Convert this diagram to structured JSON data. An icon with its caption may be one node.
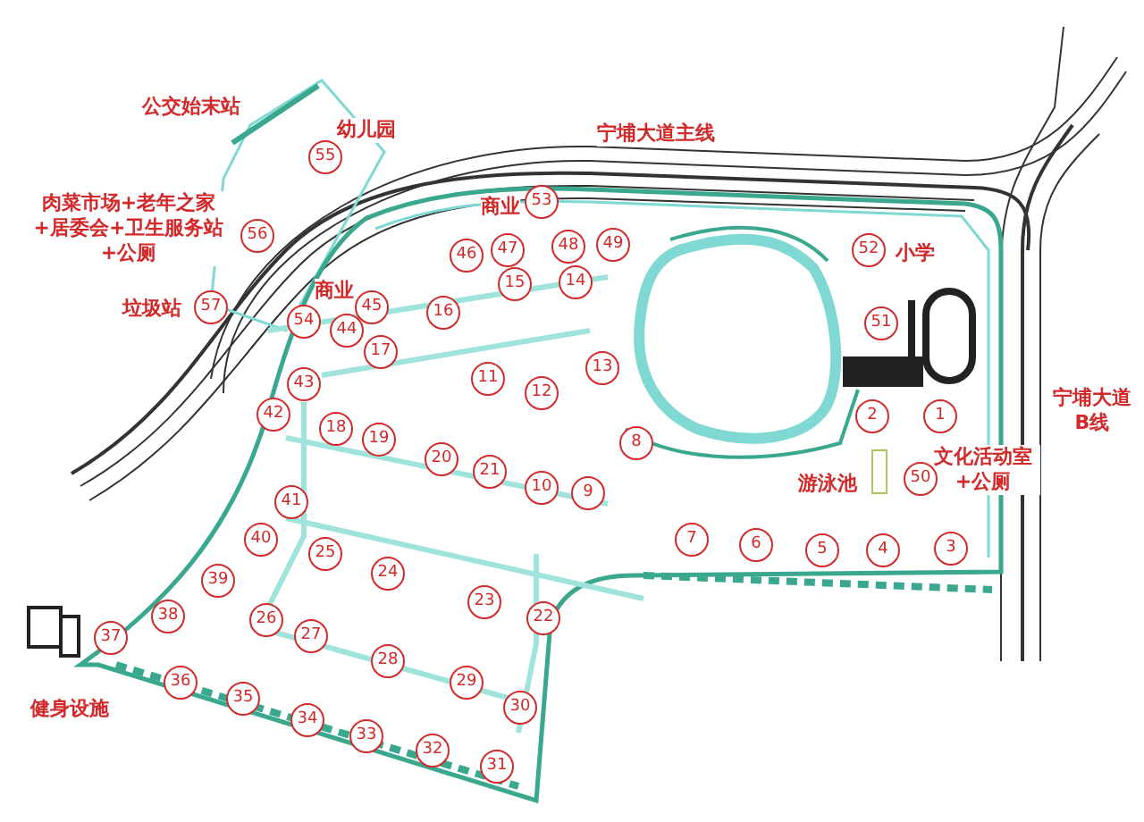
{
  "diagram": {
    "labels": [
      "公交始末站",
      "幼儿园",
      "宁埔大道主线",
      "肉菜市场+老年之家+居委会+卫生服务站+公厕",
      "商业",
      "小学",
      "垃圾站",
      "商业",
      "宁埔大道B线",
      "文化活动室+公厕",
      "游泳池",
      "健身设施",
      "1",
      "2",
      "3",
      "4",
      "5",
      "6",
      "7",
      "8",
      "9",
      "10",
      "11",
      "12",
      "13",
      "14",
      "15",
      "16",
      "17",
      "18",
      "19",
      "20",
      "21",
      "22",
      "23",
      "24",
      "25",
      "26",
      "27",
      "28",
      "29",
      "30",
      "31",
      "32",
      "33",
      "34",
      "35",
      "36",
      "37",
      "38",
      "39",
      "40",
      "41",
      "42",
      "43",
      "44",
      "45",
      "46",
      "47",
      "48",
      "49",
      "50",
      "51",
      "52",
      "53",
      "54",
      "55",
      "56",
      "57"
    ]
  }
}
